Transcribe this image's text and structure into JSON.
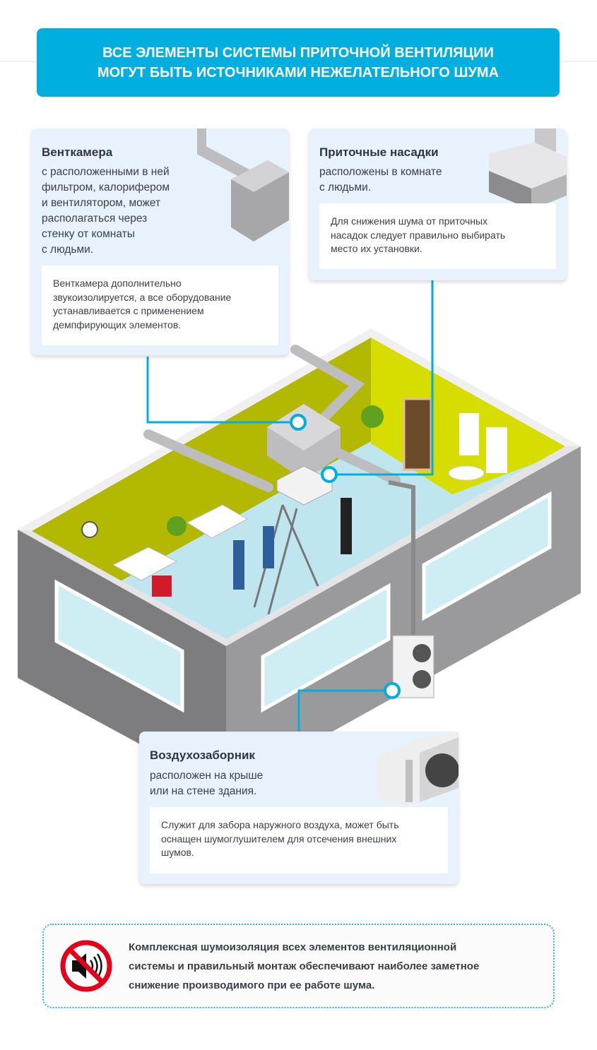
{
  "header": {
    "line1": "ВСЕ ЭЛЕМЕНТЫ СИСТЕМЫ ПРИТОЧНОЙ ВЕНТИЛЯЦИИ",
    "line2": "МОГУТ БЫТЬ ИСТОЧНИКАМИ НЕЖЕЛАТЕЛЬНОГО ШУМА"
  },
  "cards": {
    "ventkamera": {
      "title": "Венткамера",
      "sub": [
        "с расположенными в ней",
        "фильтром, калорифером",
        "и вентилятором, может",
        "располагаться через",
        "стенку от комнаты",
        "с людьми."
      ],
      "note": [
        "Венткамера дополнительно",
        "звукоизолируется, а все оборудование",
        "устанавливается с применением",
        "демпфирующих элементов."
      ]
    },
    "nasadki": {
      "title": "Приточные насадки",
      "sub": [
        "расположены в комнате",
        "с людьми."
      ],
      "note": [
        "Для снижения шума от приточных",
        "насадок следует правильно выбирать",
        "место их установки."
      ]
    },
    "vozdukhozabornik": {
      "title": "Воздухозаборник",
      "sub": [
        "расположен на крыше",
        "или на стене здания."
      ],
      "note": [
        "Служит для забора наружного воздуха, может быть",
        "оснащен шумоглушителем для отсечения внешних",
        "шумов."
      ]
    }
  },
  "footer": {
    "icon": "no-sound-icon",
    "lines": [
      "Комплексная шумоизоляция всех элементов вентиляционной",
      "системы и правильный монтаж обеспечивают наиболее заметное",
      "снижение производимого при ее работе шума."
    ]
  },
  "colors": {
    "accent": "#00aedf",
    "card_bg": "#e8f2fc",
    "wall": "#8a8a8c",
    "back_wall": "#b3b800",
    "floor": "#bfe6ee"
  }
}
